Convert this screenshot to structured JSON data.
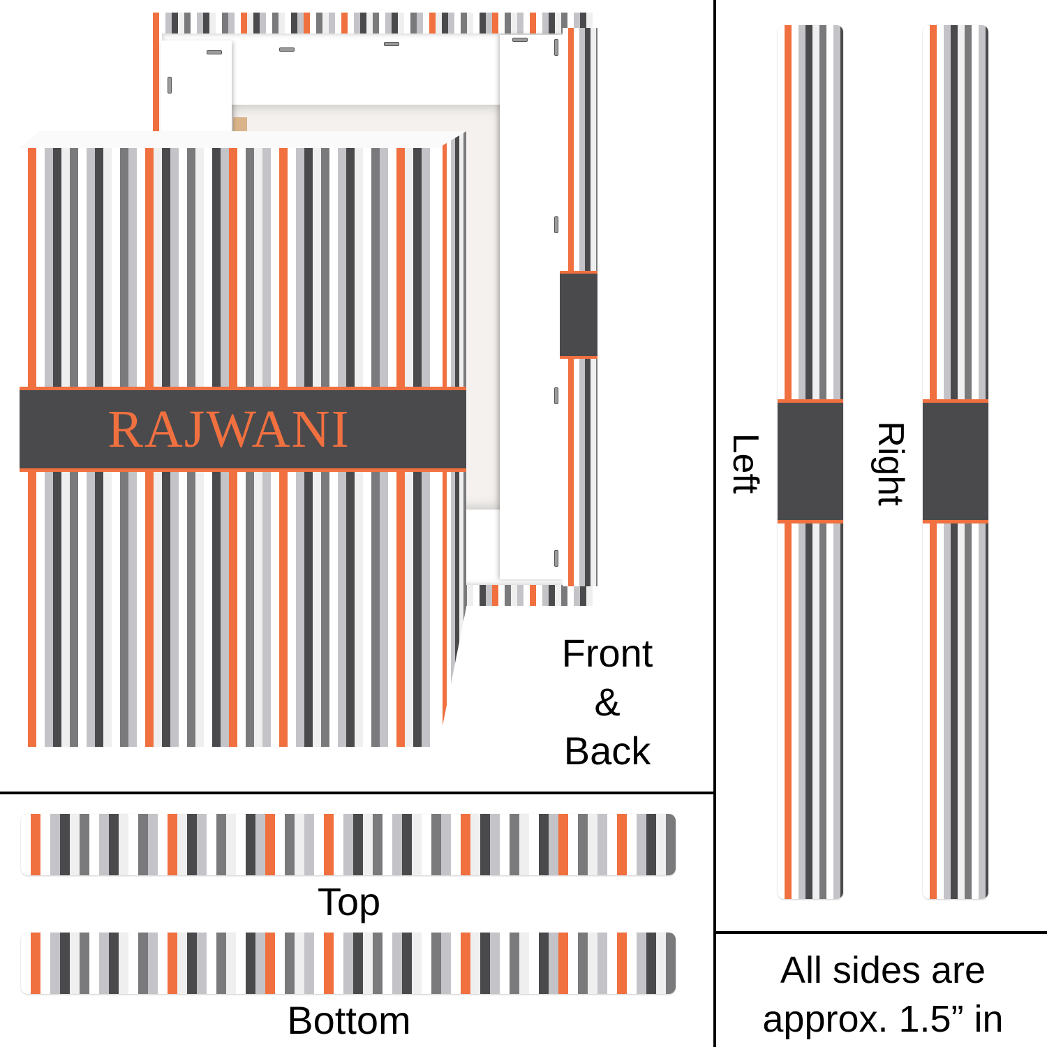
{
  "product": {
    "name_on_band": "RAJWANI"
  },
  "labels": {
    "front_back_line1": "Front",
    "front_back_line2": "&",
    "front_back_line3": "Back",
    "top": "Top",
    "bottom": "Bottom",
    "left": "Left",
    "right": "Right",
    "note_line1": "All sides are",
    "note_line2": "approx. 1.5” in"
  },
  "colors": {
    "dark": "#4a4a4c",
    "mid": "#7a7a7c",
    "light": "#c4c4c8",
    "pale": "#efefef",
    "white": "#ffffff",
    "orange": "#f07040"
  },
  "stripe_pattern": [
    "white",
    "orange",
    "white",
    "light",
    "dark",
    "pale",
    "mid",
    "white",
    "light",
    "dark",
    "pale",
    "white",
    "mid",
    "light",
    "white",
    "orange",
    "pale",
    "dark",
    "light",
    "white",
    "mid",
    "pale",
    "white",
    "dark",
    "light",
    "orange",
    "white",
    "mid",
    "pale",
    "light"
  ]
}
